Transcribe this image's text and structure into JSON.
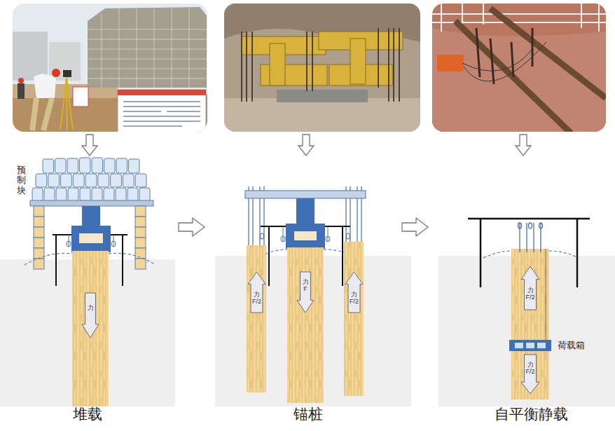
{
  "diagram": {
    "nodes": [
      {
        "text": [
          "力"
        ]
      },
      {
        "text": [
          "力 F/2"
        ]
      },
      {
        "text": [
          "力 F"
        ]
      },
      {
        "text": [
          "力 F/2"
        ]
      },
      {
        "text": [
          "力 F/2"
        ]
      },
      {
        "text": [
          "力 F/2"
        ]
      }
    ],
    "labels": [
      "预制块",
      "荷载箱",
      "堆载",
      "锚桩",
      "自平衡静载"
    ]
  }
}
